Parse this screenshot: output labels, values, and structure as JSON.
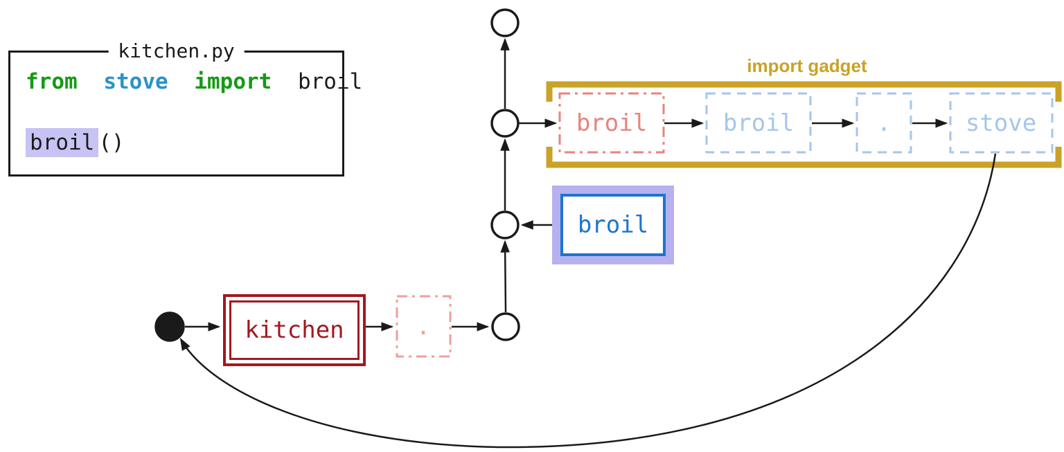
{
  "code_panel": {
    "title": "kitchen.py",
    "line1": {
      "kw_from": "from",
      "module": "stove",
      "kw_import": "import",
      "name": "broil"
    },
    "line2": {
      "highlighted": "broil",
      "call_parens": "()"
    }
  },
  "gadget": {
    "label": "import gadget",
    "frames": [
      {
        "text": "broil",
        "style": "dashdot-salmon"
      },
      {
        "text": "broil",
        "style": "dashed-lightblue"
      },
      {
        "text": ".",
        "style": "dashed-lightblue"
      },
      {
        "text": "stove",
        "style": "dashed-lightblue"
      }
    ]
  },
  "nodes": {
    "binding_box": "broil",
    "kitchen_box": "kitchen",
    "dot_box": "."
  },
  "colors": {
    "stroke_black": "#1a1a1a",
    "gold": "#c9a227",
    "salmon": "#e8837d",
    "salmon_light": "#efa09a",
    "light_blue": "#a4c6ec",
    "solid_blue": "#1b74cf",
    "dark_red": "#a31820",
    "lavender_halo": "#b7b1f0",
    "lavender_highlight": "#c7c3f5",
    "code_green": "#169a16",
    "code_blue": "#2a93c9"
  }
}
